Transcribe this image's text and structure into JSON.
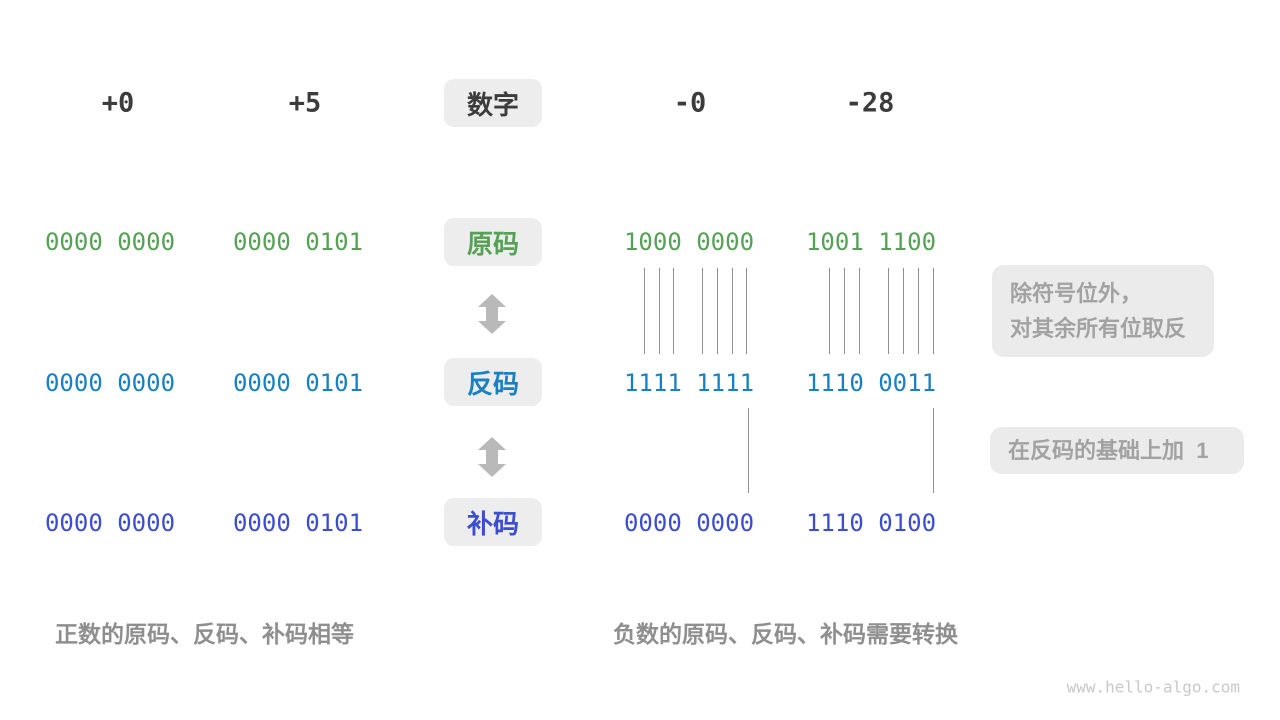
{
  "header": {
    "col_plus0": "+0",
    "col_plus5": "+5",
    "number_badge": "数字",
    "col_minus0": "-0",
    "col_minus28": "-28"
  },
  "badges": {
    "sign_magnitude": "原码",
    "ones_complement": "反码",
    "twos_complement": "补码"
  },
  "rows": {
    "sign_magnitude": [
      "0000 0000",
      "0000 0101",
      "1000 0000",
      "1001 1100"
    ],
    "ones_complement": [
      "0000 0000",
      "0000 0101",
      "1111 1111",
      "1110 0011"
    ],
    "twos_complement": [
      "0000 0000",
      "0000 0101",
      "0000 0000",
      "1110 0100"
    ]
  },
  "annotations": {
    "invert_line1": "除符号位外，",
    "invert_line2": "对其余所有位取反",
    "add_one": "在反码的基础上加  1"
  },
  "captions": {
    "positive": "正数的原码、反码、补码相等",
    "negative": "负数的原码、反码、补码需要转换"
  },
  "watermark": "www.hello-algo.com",
  "colors": {
    "green": "#56a156",
    "blue": "#1a80c4",
    "indigo": "#3d4dd1",
    "dark": "#3c3c3c",
    "gray-text": "#8f8f8f",
    "note-text": "#a2a2a2",
    "badge-bg": "#ededed",
    "note-bg": "#ebebeb",
    "line-gray": "#909090",
    "arrow-gray": "#b9b9b9",
    "watermark-gray": "#c9c9c9"
  }
}
